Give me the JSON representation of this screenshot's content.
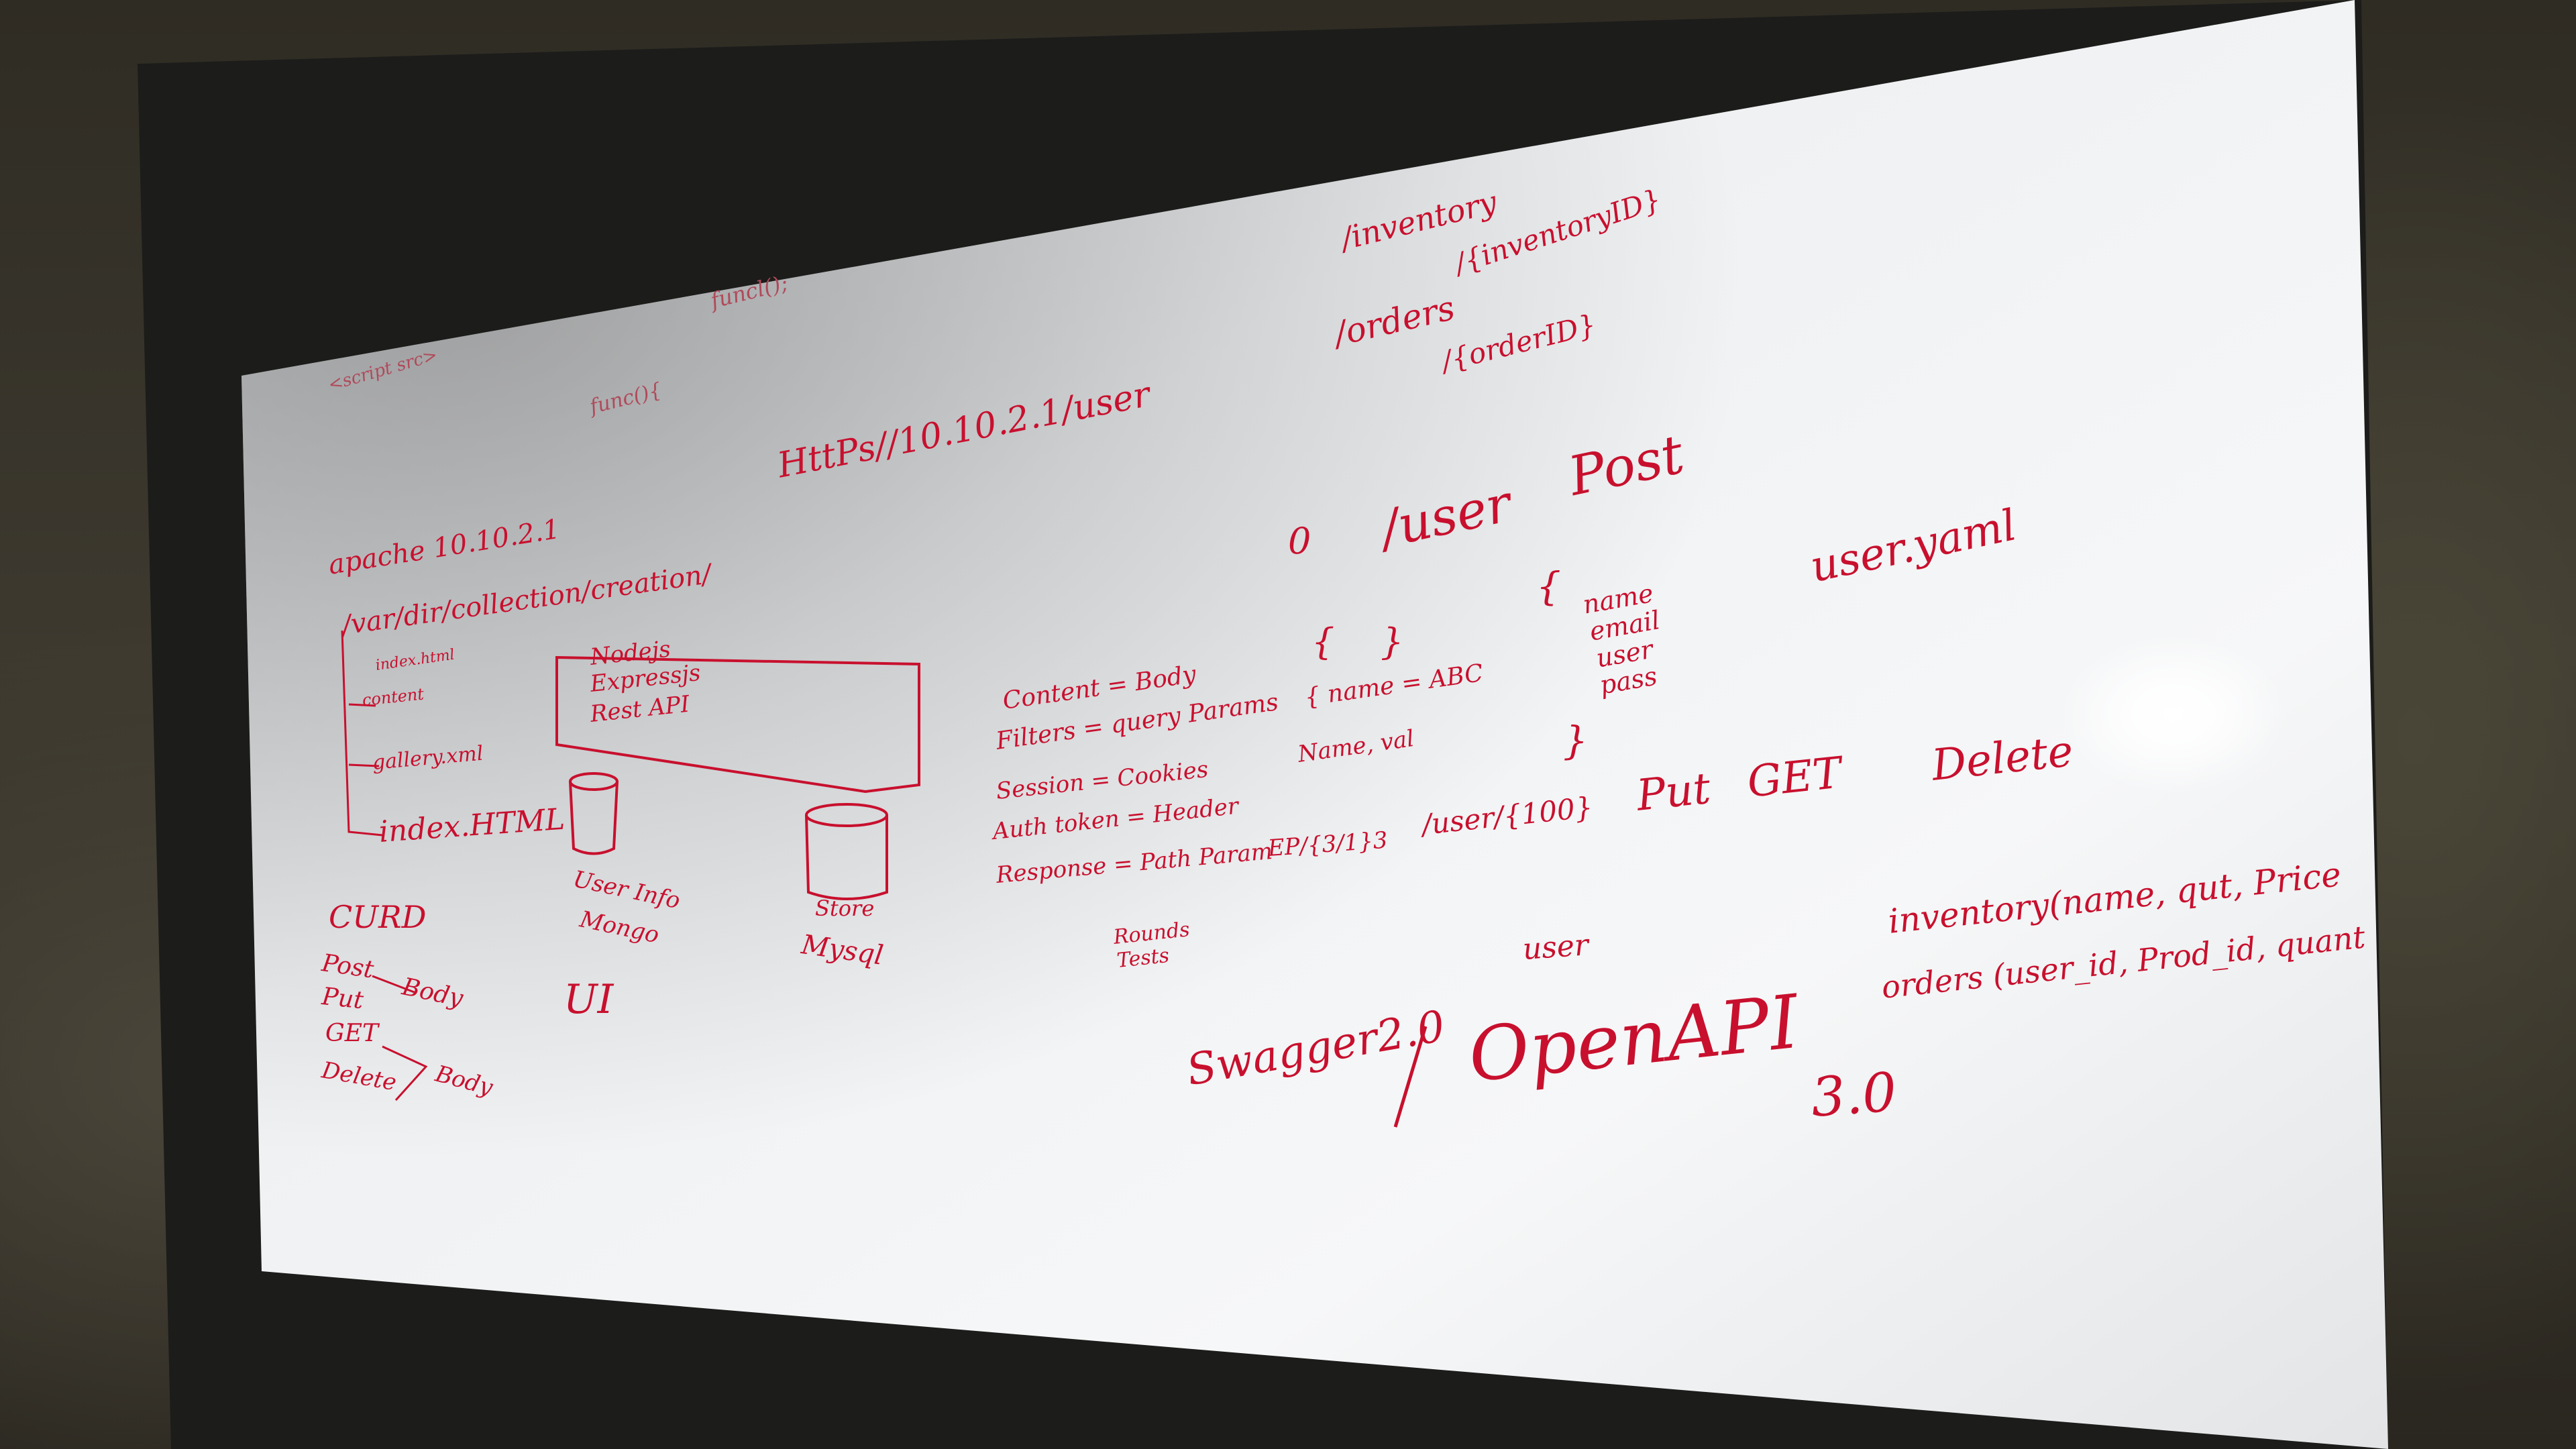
{
  "whiteboard": {
    "ink_color": "#c8102e",
    "top_notes": [
      "<script src>",
      "funcl();",
      "func(){"
    ],
    "url": "HttPs//10.10.2.1/user",
    "server": "apache 10.10.2.1",
    "folder": "/var/dir/collection/creation/",
    "files": [
      "index.html",
      "gallery.xml",
      "index.HTML",
      "content"
    ],
    "stack_box": [
      "Nodejs",
      "Expressjs",
      "Rest API"
    ],
    "db_left": [
      "User Info",
      "Mongo"
    ],
    "db_right": [
      "Store",
      "Mysql"
    ],
    "crud_title": "CURD",
    "crud_items": [
      "Post",
      "Put",
      "GET",
      "Delete"
    ],
    "crud_body": [
      "Body",
      "Body"
    ],
    "ui": "UI",
    "inventory": [
      "/inventory",
      "/{inventoryID}"
    ],
    "orders": [
      "/orders",
      "/{orderID}"
    ],
    "user_post": [
      "/user",
      "Post"
    ],
    "user_yaml": "user.yaml",
    "json_fields": [
      "name",
      "email",
      "user",
      "pass"
    ],
    "mapping_left": [
      "Content = Body",
      "Filters = query Params",
      "Session = Cookies",
      "Auth token = Header",
      "Response = Path Param"
    ],
    "mapping_mid": [
      "{ name = ABC",
      "Name, val",
      "EP/{3/1}3",
      "/user/{100}"
    ],
    "verbs": [
      "Put",
      "GET",
      "Delete"
    ],
    "tools": [
      "Swagger2.0",
      "OpenAPI",
      "3.0"
    ],
    "user_label": "user",
    "inventory_fields": "inventory(name, qut, Price",
    "orders_fields": "orders (user_id, Prod_id, quant",
    "misc": [
      "Rounds",
      "Tests"
    ]
  }
}
